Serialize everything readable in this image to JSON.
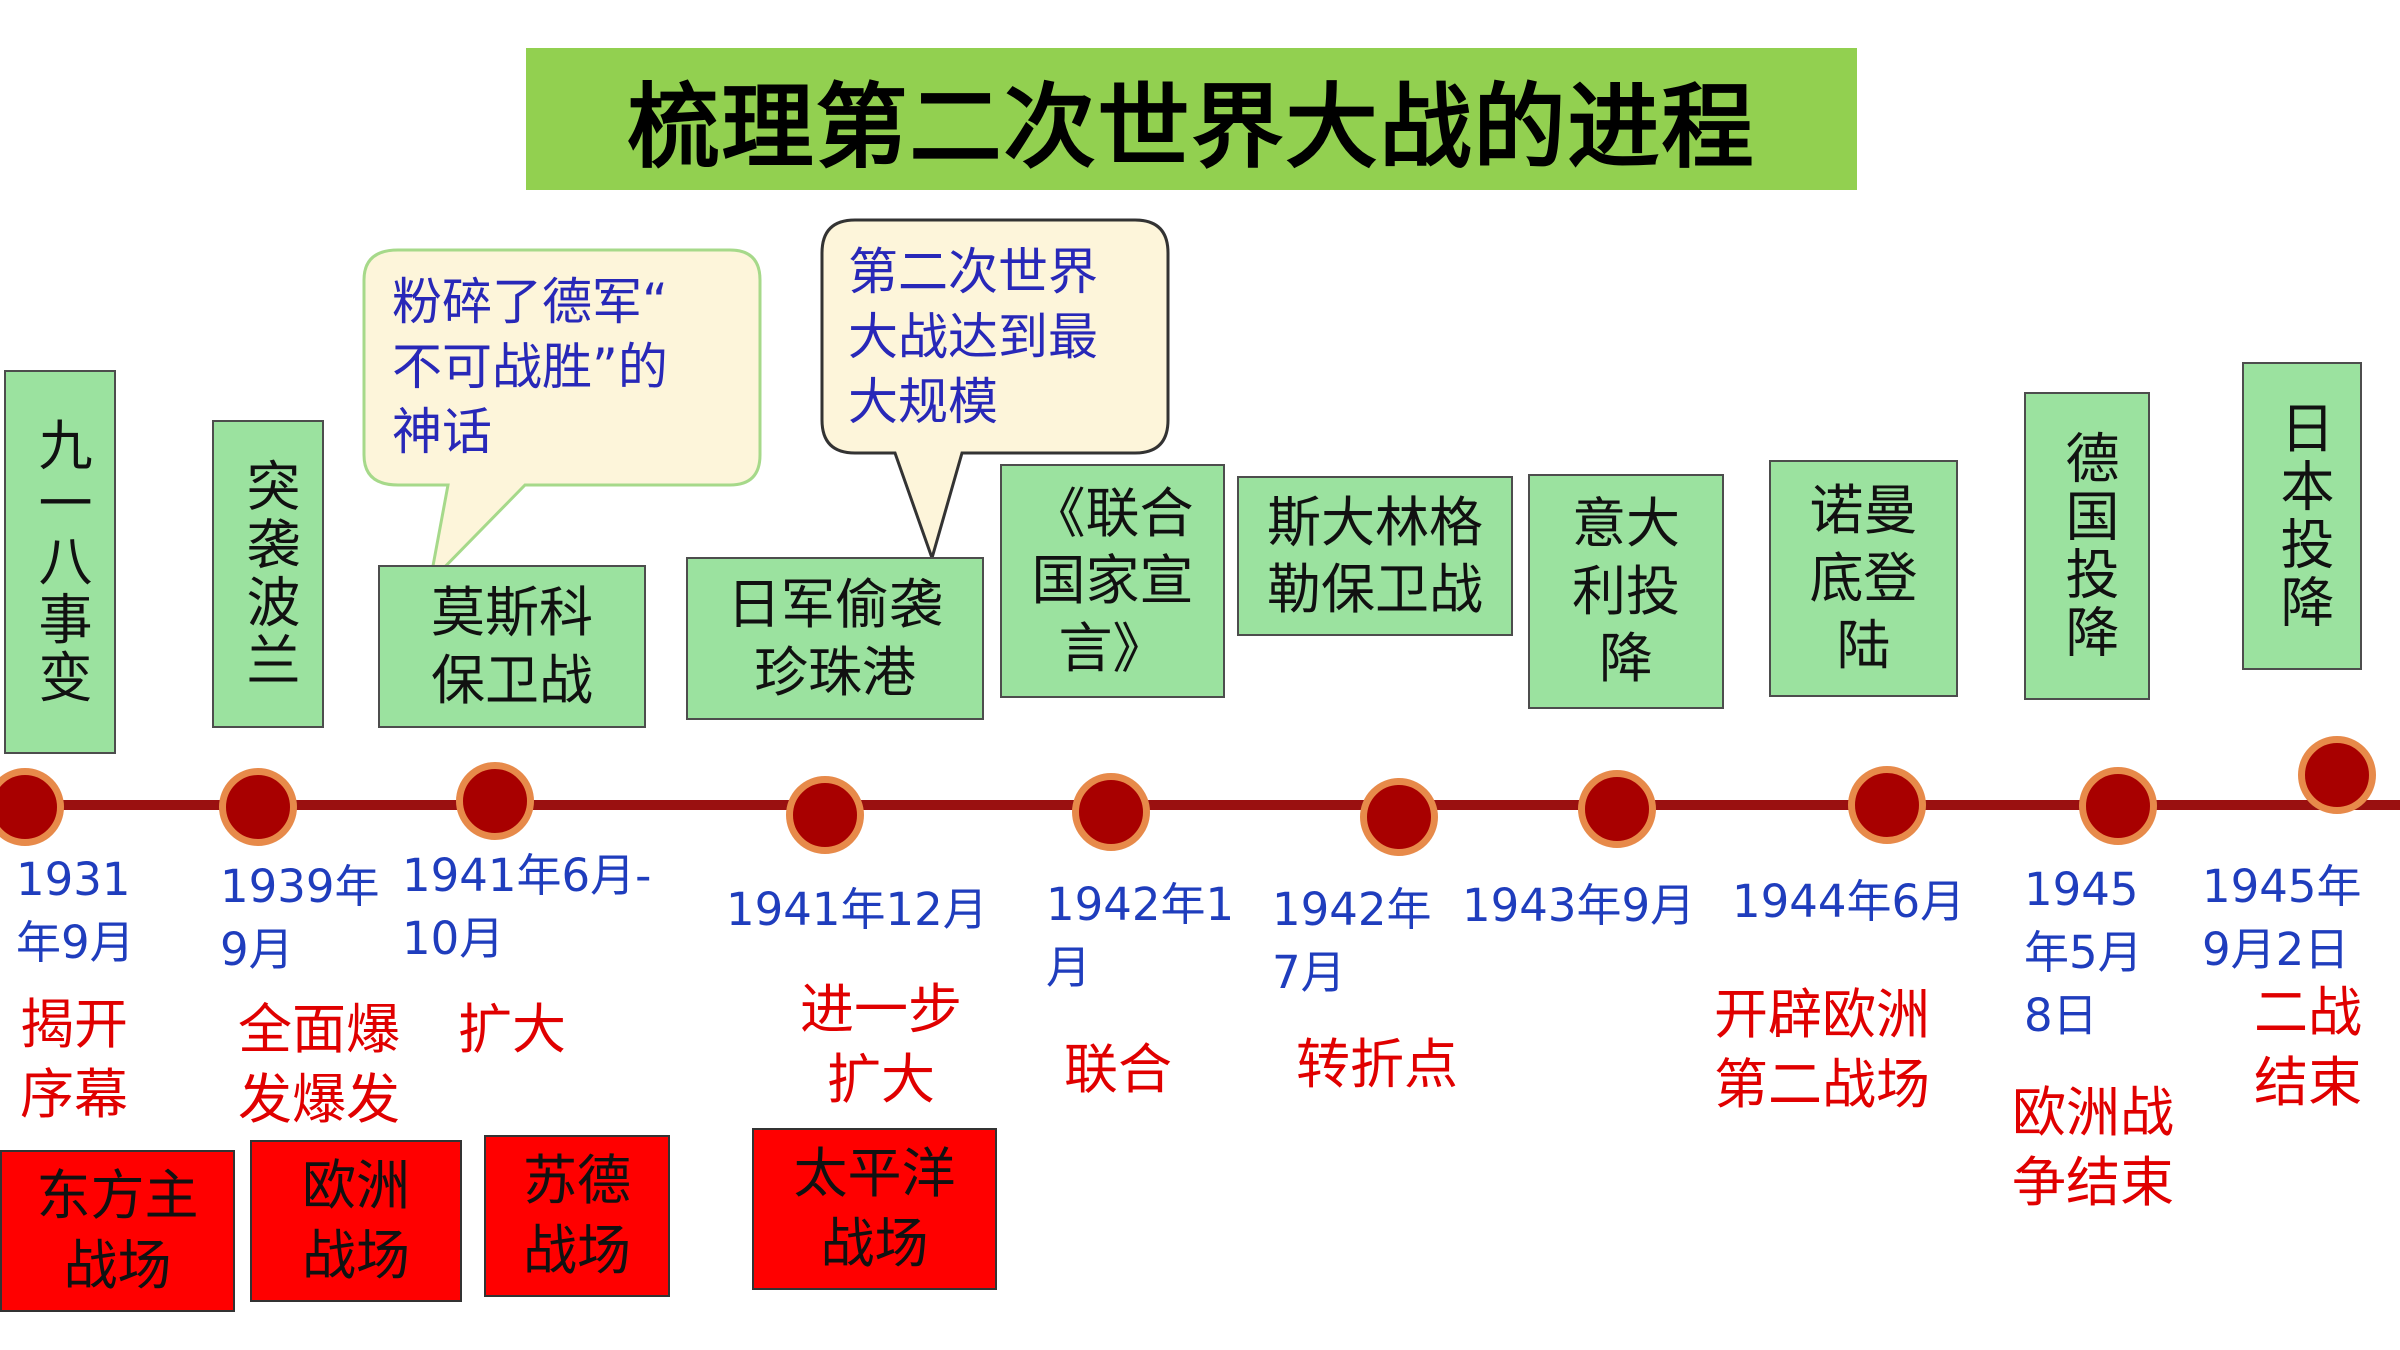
{
  "title": "梳理第二次世界大战的进程",
  "colors": {
    "title_bg": "#92d050",
    "event_box_bg": "#9be29f",
    "timeline": "#9a1010",
    "node_fill": "#a80000",
    "node_ring": "#e78a4a",
    "date_text": "#1f3dbd",
    "meaning_text": "#e00000",
    "theater_bg": "#ff0000",
    "callout_text": "#2828b8",
    "callout_bg": "#fdf5da",
    "callout_border": "#a6d98a"
  },
  "callouts": [
    {
      "text": "粉碎了德军“\n不可战胜”的\n神话"
    },
    {
      "text": "第二次世界\n大战达到最\n大规模"
    }
  ],
  "events": [
    {
      "label": "九一八事变",
      "date": "1931\n年9月",
      "meaning": "揭开\n序幕",
      "theater": "东方主\n战场"
    },
    {
      "label": "突袭波兰",
      "date": "1939年\n9月",
      "meaning": "全面爆\n发爆发",
      "theater": "欧洲\n战场"
    },
    {
      "label": "莫斯科\n保卫战",
      "date": "1941年6月-\n10月",
      "meaning": "扩大",
      "theater": "苏德\n战场"
    },
    {
      "label": "日军偷袭\n珍珠港",
      "date": "1941年12月",
      "meaning": "进一步\n扩大",
      "theater": "太平洋\n战场"
    },
    {
      "label": "《联合\n国家宣\n言》",
      "date": "1942年1\n月",
      "meaning": "联合",
      "theater": ""
    },
    {
      "label": "斯大林格\n勒保卫战",
      "date": "1942年\n7月",
      "meaning": "转折点",
      "theater": ""
    },
    {
      "label": "意大\n利投\n降",
      "date": "1943年9月",
      "meaning": "",
      "theater": ""
    },
    {
      "label": "诺曼\n底登\n陆",
      "date": "1944年6月",
      "meaning": "开辟欧洲\n第二战场",
      "theater": ""
    },
    {
      "label": "德国投降",
      "date": "1945\n年5月\n8日",
      "meaning": "欧洲战\n争结束",
      "theater": ""
    },
    {
      "label": "日本投降",
      "date": "1945年\n9月2日",
      "meaning": "二战\n结束",
      "theater": ""
    }
  ]
}
